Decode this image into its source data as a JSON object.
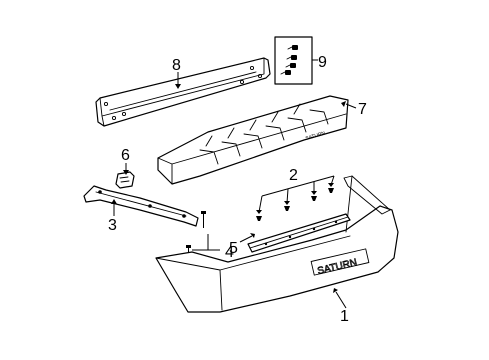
{
  "callouts": {
    "c1": "1",
    "c2": "2",
    "c3": "3",
    "c4": "4",
    "c5": "5",
    "c6": "6",
    "c7": "7",
    "c8": "8",
    "c9": "9"
  },
  "embossed": {
    "absorber_text": "SATURN",
    "fascia_badge": "SATURN"
  }
}
